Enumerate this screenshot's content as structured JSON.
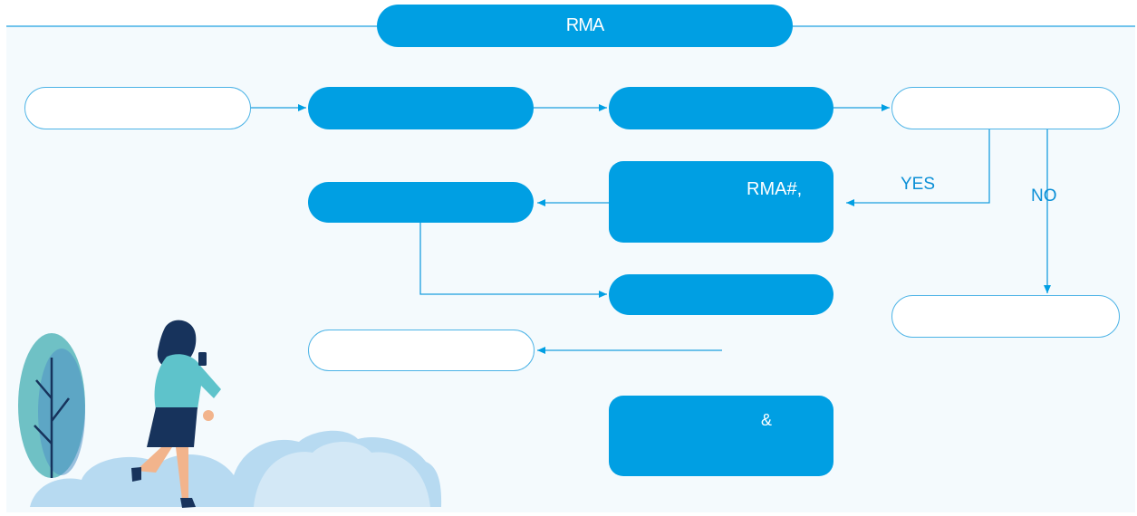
{
  "title": "RMA",
  "nodes": {
    "row1_box1": "",
    "row1_box2": "",
    "row1_box3": "",
    "row1_box4": "",
    "rma_number_box": "RMA#,",
    "row2_left_box": "",
    "row3_mid_box": "",
    "no_branch_box": "",
    "row4_left_box": "",
    "bottom_box": "&"
  },
  "labels": {
    "yes": "YES",
    "no": "NO"
  },
  "colors": {
    "accent": "#009fe3",
    "outline": "#4cb3e6",
    "background": "#f4fafd"
  }
}
